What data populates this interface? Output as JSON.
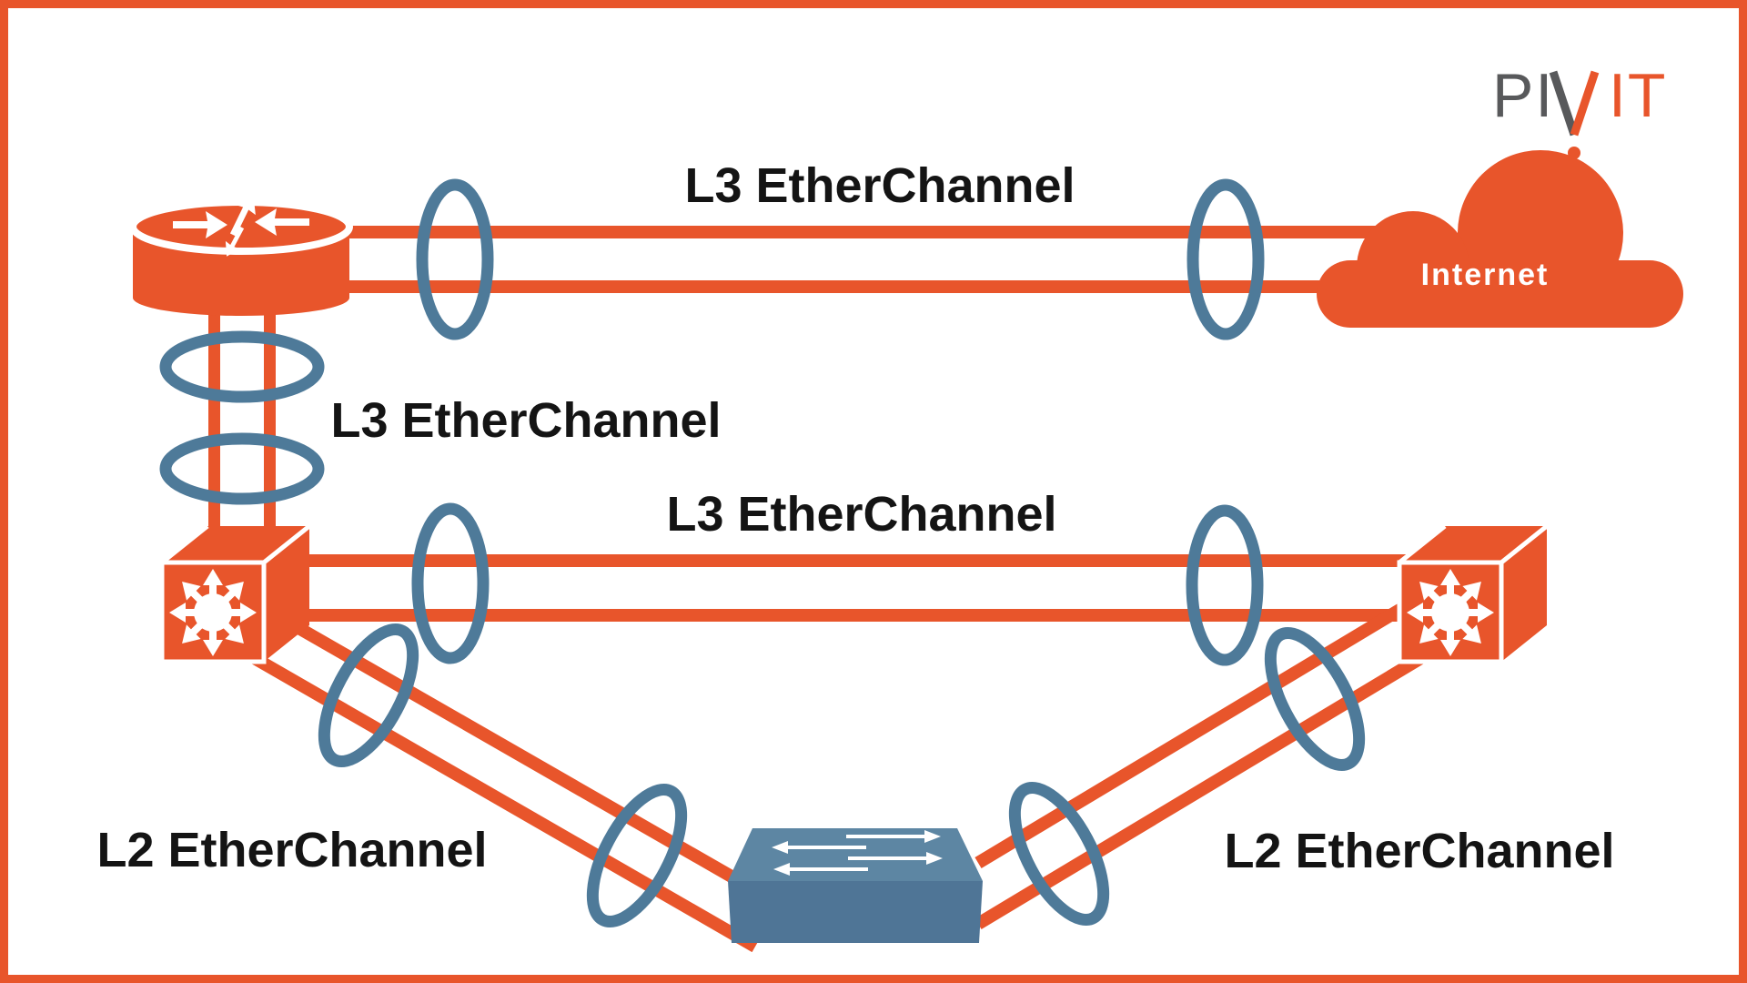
{
  "title": "EtherChannel network topology diagram",
  "colors": {
    "orange": "#E8552B",
    "ring_blue": "#4E7A99",
    "access_switch_top": "#5D86A3",
    "access_switch_front": "#4F7596",
    "label_text": "#141414",
    "logo_gray": "#58595B",
    "background": "#FFFFFF",
    "border": "#E8552B"
  },
  "logo": {
    "text": "PIVIT",
    "gray_part": "PI",
    "middle_letter": "V",
    "orange_part": "IT"
  },
  "labels": {
    "top_link": "L3 EtherChannel",
    "router_switch_link": "L3 EtherChannel",
    "switch_switch_link": "L3 EtherChannel",
    "bottom_left_link": "L2 EtherChannel",
    "bottom_right_link": "L2 EtherChannel"
  },
  "nodes": {
    "internet_label": "Internet"
  }
}
